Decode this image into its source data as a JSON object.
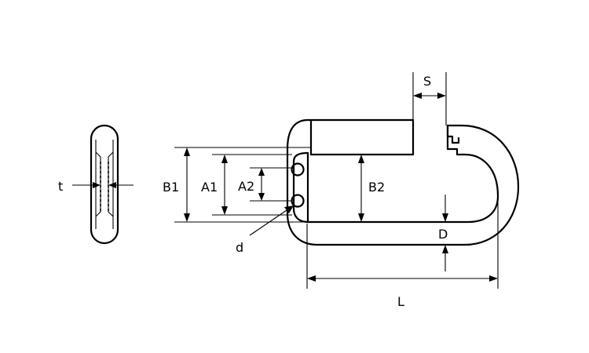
{
  "labels": {
    "t": "t",
    "B1": "B1",
    "A1": "A1",
    "A2": "A2",
    "d": "d",
    "B2": "B2",
    "S": "S",
    "D": "D",
    "L": "L"
  },
  "colors": {
    "line": "#000000",
    "background": "#ffffff"
  }
}
